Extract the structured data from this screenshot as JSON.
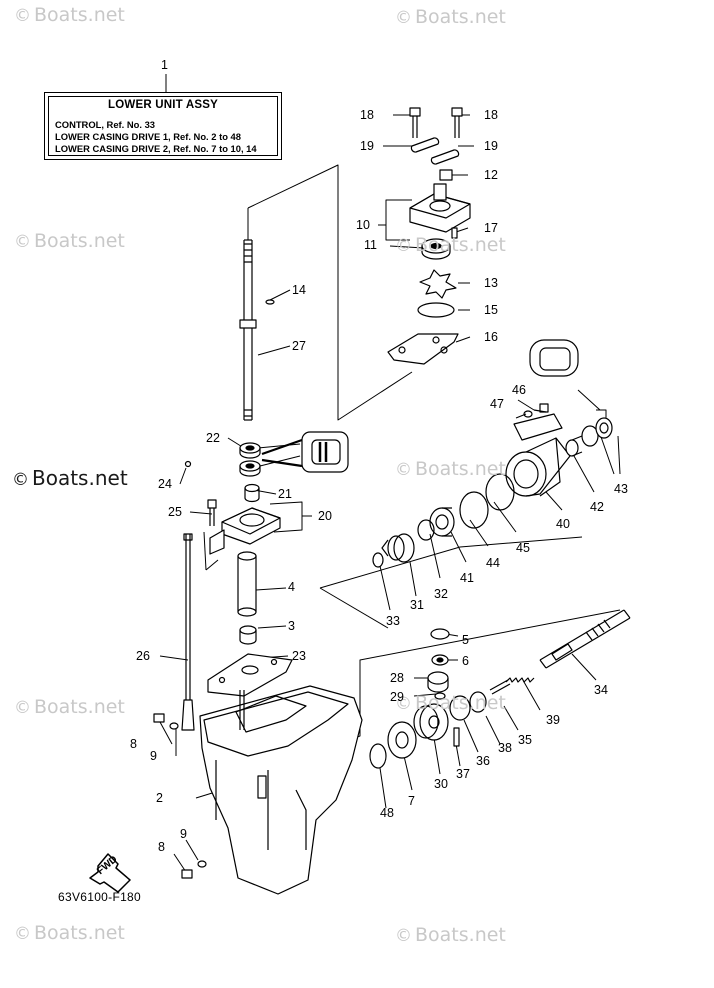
{
  "watermark": {
    "text": "Boats.net",
    "copyright": "©"
  },
  "assy_box": {
    "callout": "1",
    "title": "LOWER UNIT ASSY",
    "lines": [
      "CONTROL,  Ref. No. 33",
      "LOWER CASING DRIVE 1,  Ref. No. 2 to 48",
      "LOWER CASING DRIVE 2,  Ref. No. 7 to 10, 14"
    ]
  },
  "callouts": [
    "18",
    "18",
    "19",
    "19",
    "12",
    "10",
    "17",
    "11",
    "13",
    "15",
    "16",
    "14",
    "27",
    "22",
    "24",
    "21",
    "25",
    "20",
    "4",
    "3",
    "26",
    "23",
    "46",
    "47",
    "43",
    "42",
    "40",
    "45",
    "44",
    "41",
    "32",
    "31",
    "33",
    "5",
    "6",
    "28",
    "29",
    "34",
    "39",
    "35",
    "38",
    "36",
    "37",
    "30",
    "7",
    "48",
    "8",
    "9",
    "2",
    "9",
    "8"
  ],
  "fwd_label": "FWD",
  "diagram_code": "63V6100-F180"
}
